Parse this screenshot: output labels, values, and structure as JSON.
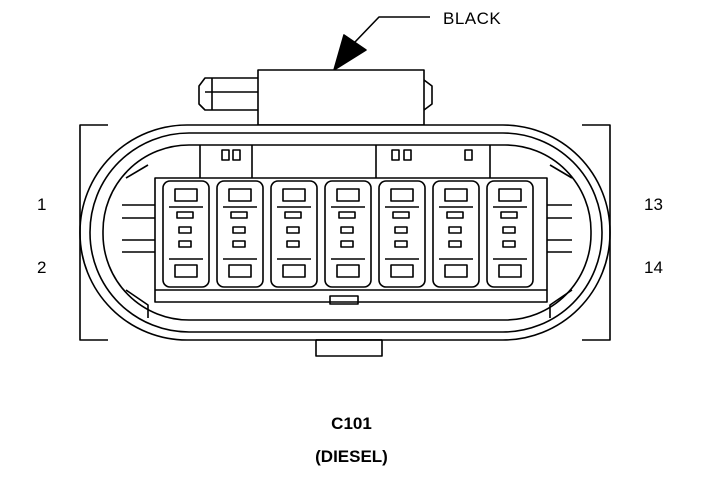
{
  "callout": {
    "color_label": "BLACK"
  },
  "pins": {
    "top_left": "1",
    "bottom_left": "2",
    "top_right": "13",
    "bottom_right": "14"
  },
  "caption": {
    "connector_id": "C101",
    "variant": "(DIESEL)"
  },
  "terminal_cavities": 7
}
